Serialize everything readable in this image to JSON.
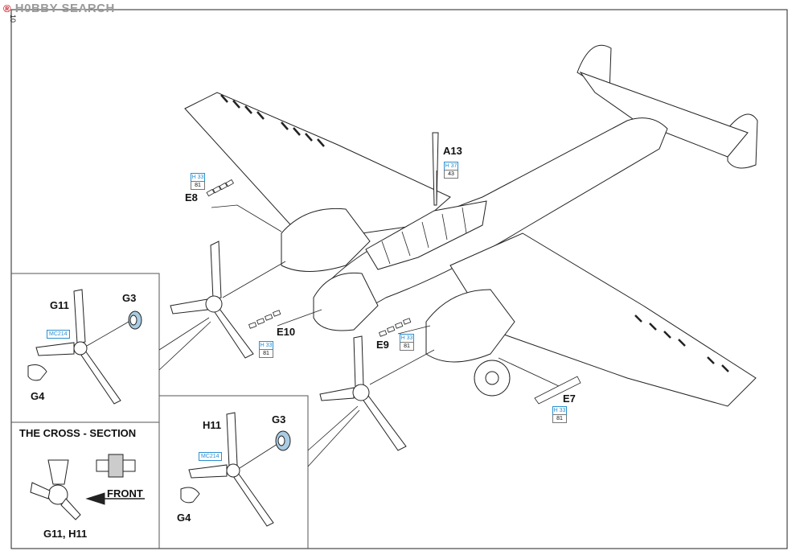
{
  "watermark": {
    "brand": "H0BBY SEARCH",
    "mark": "®"
  },
  "page_number": "10",
  "labels": {
    "a13": "A13",
    "e8": "E8",
    "e10": "E10",
    "e9": "E9",
    "e7": "E7",
    "g11": "G11",
    "g3_left": "G3",
    "g4_left": "G4",
    "h11": "H11",
    "g3_center": "G3",
    "g4_center": "G4",
    "cross_section_title": "THE CROSS - SECTION",
    "front": "FRONT",
    "g11_h11": "G11, H11"
  },
  "paint_codes": {
    "a13": {
      "top": "H 37",
      "bottom": "43"
    },
    "e8": {
      "top": "H 33",
      "bottom": "81"
    },
    "e10": {
      "top": "H 33",
      "bottom": "81"
    },
    "e9": {
      "top": "H 33",
      "bottom": "81"
    },
    "e7": {
      "top": "H 33",
      "bottom": "81"
    }
  },
  "mc_codes": {
    "left": "MC214",
    "center": "MC214"
  }
}
